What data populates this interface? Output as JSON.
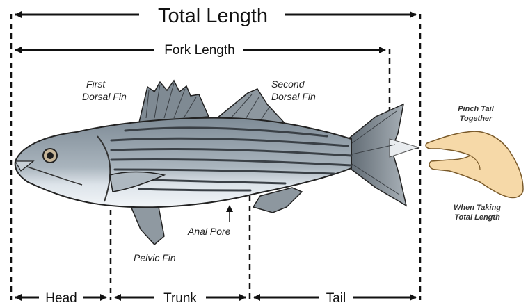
{
  "measurements": {
    "total_length": "Total Length",
    "fork_length": "Fork Length",
    "head": "Head",
    "trunk": "Trunk",
    "tail": "Tail"
  },
  "labels": {
    "first_dorsal_line1": "First",
    "first_dorsal_line2": "Dorsal Fin",
    "second_dorsal_line1": "Second",
    "second_dorsal_line2": "Dorsal Fin",
    "anal_pore": "Anal Pore",
    "pelvic_fin": "Pelvic Fin"
  },
  "hand_note": {
    "line1": "Pinch Tail",
    "line2": "Together",
    "line3": "When Taking",
    "line4": "Total Length"
  },
  "colors": {
    "fish_back": "#9aa6b0",
    "fish_belly": "#e8edf2",
    "stripes": "#3a4046",
    "fins": "#8a949c",
    "hand": "#f6d9a8"
  }
}
